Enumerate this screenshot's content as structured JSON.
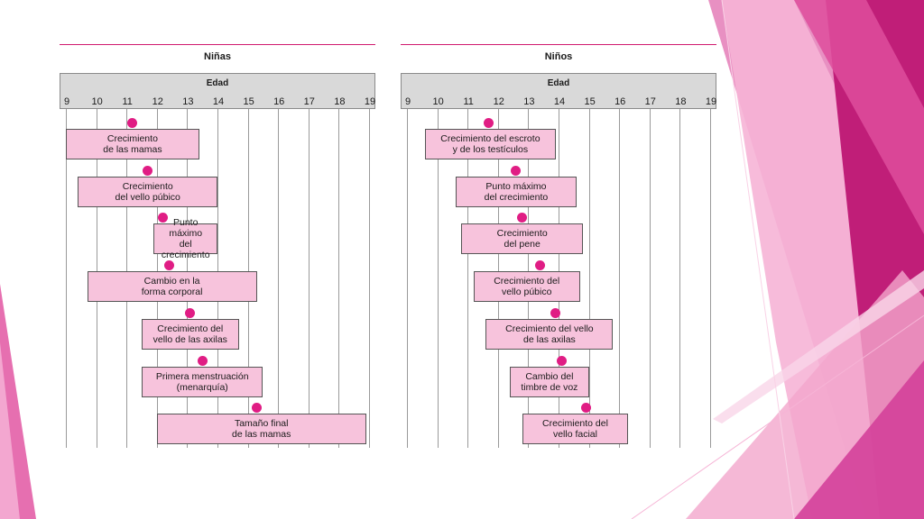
{
  "colors": {
    "accent": "#d01a6f",
    "bar_fill": "#f7c3dc",
    "marker": "#e01d84",
    "header_fill": "#d9d9d9"
  },
  "girls": {
    "title": "Niñas",
    "axis_label": "Edad",
    "ticks": [
      "9",
      "10",
      "11",
      "12",
      "13",
      "14",
      "15",
      "16",
      "17",
      "18",
      "19"
    ],
    "events": [
      {
        "label": "Crecimiento\nde las mamas",
        "start": 9,
        "end": 13.4,
        "peak": 11.2
      },
      {
        "label": "Crecimiento\ndel vello púbico",
        "start": 9.4,
        "end": 14,
        "peak": 11.7
      },
      {
        "label": "Punto máximo\ndel crecimiento",
        "start": 11.9,
        "end": 14,
        "peak": 12.2
      },
      {
        "label": "Cambio en la\nforma corporal",
        "start": 9.7,
        "end": 15.3,
        "peak": 12.4
      },
      {
        "label": "Crecimiento del\nvello de las axilas",
        "start": 11.5,
        "end": 14.7,
        "peak": 13.1
      },
      {
        "label": "Primera menstruación\n(menarquía)",
        "start": 11.5,
        "end": 15.5,
        "peak": 13.5
      },
      {
        "label": "Tamaño final\nde las mamas",
        "start": 12,
        "end": 18.9,
        "peak": 15.3
      }
    ]
  },
  "boys": {
    "title": "Niños",
    "axis_label": "Edad",
    "ticks": [
      "9",
      "10",
      "11",
      "12",
      "13",
      "14",
      "15",
      "16",
      "17",
      "18",
      "19"
    ],
    "events": [
      {
        "label": "Crecimiento del escroto\ny de los testículos",
        "start": 9.6,
        "end": 13.9,
        "peak": 11.7
      },
      {
        "label": "Punto máximo\ndel crecimiento",
        "start": 10.6,
        "end": 14.6,
        "peak": 12.6
      },
      {
        "label": "Crecimiento\ndel pene",
        "start": 10.8,
        "end": 14.8,
        "peak": 12.8
      },
      {
        "label": "Crecimiento del\nvello púbico",
        "start": 11.2,
        "end": 14.7,
        "peak": 13.4
      },
      {
        "label": "Crecimiento del vello\nde las axilas",
        "start": 11.6,
        "end": 15.8,
        "peak": 13.9
      },
      {
        "label": "Cambio del\ntimbre de voz",
        "start": 12.4,
        "end": 15,
        "peak": 14.1
      },
      {
        "label": "Crecimiento del\nvello facial",
        "start": 12.8,
        "end": 16.3,
        "peak": 14.9
      }
    ]
  }
}
